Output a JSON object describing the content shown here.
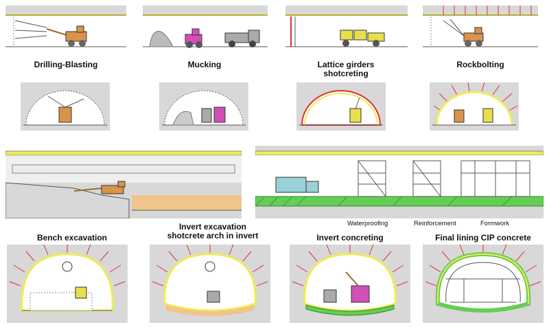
{
  "colors": {
    "panel_bg": "#d8d8d8",
    "lining_yellow": "#f0ec55",
    "bolt_red": "#e03030",
    "machine_orange": "#d9944a",
    "mucker_magenta": "#d24fb8",
    "girder_yellow": "#e8e04a",
    "invert_green": "#66cc55",
    "sand": "#f0c48a"
  },
  "labels": {
    "drilling": "Drilling-Blasting",
    "mucking": "Mucking",
    "lattice": "Lattice girders\nshotcreting",
    "rockbolting": "Rockbolting",
    "bench": "Bench excavation",
    "invert_exc": "Invert excavation\nshotcrete arch in invert",
    "invert_conc": "Invert concreting",
    "final": "Final lining CIP concrete",
    "waterproofing": "Waterproofing",
    "reinforcement": "Reinforcement",
    "formwork": "Formwork"
  }
}
